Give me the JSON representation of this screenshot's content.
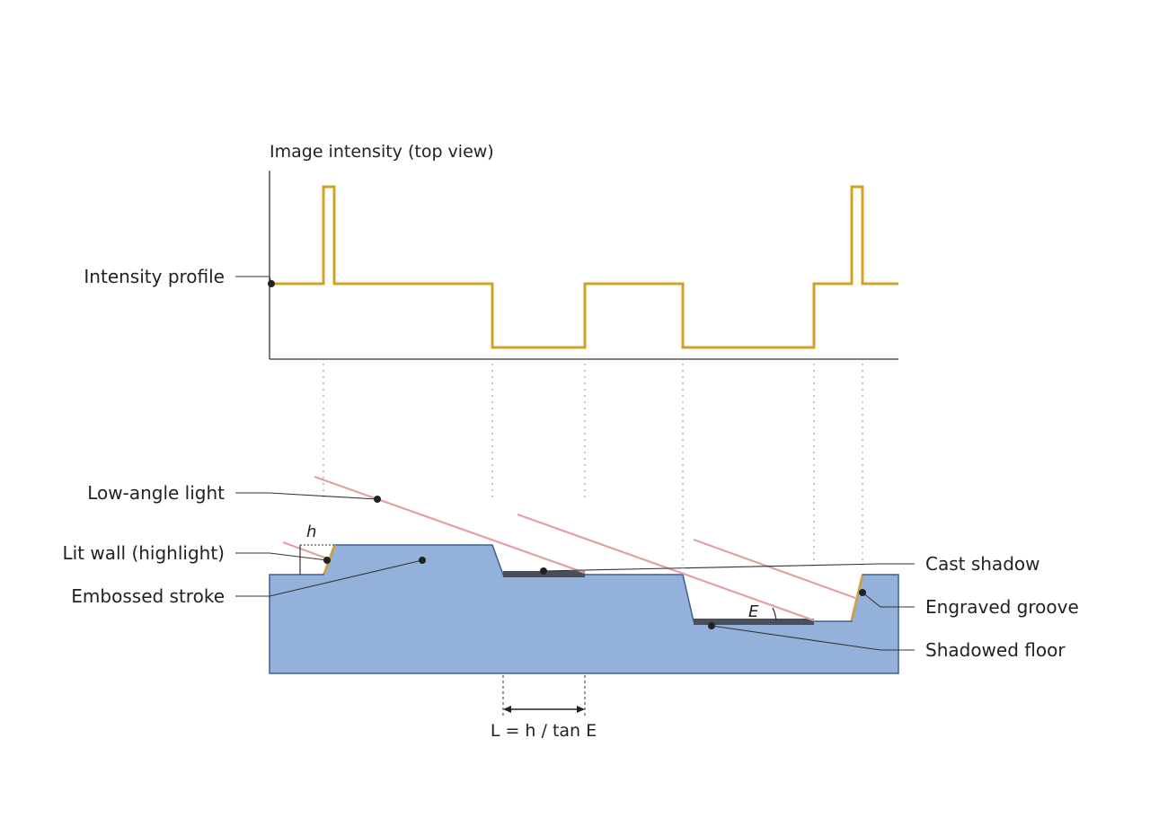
{
  "diagram": {
    "plot_title": "Image intensity (top view)",
    "left_labels": {
      "intensity_profile": "Intensity profile",
      "low_angle_light": "Low-angle light",
      "lit_wall": "Lit wall (highlight)",
      "embossed_stroke": "Embossed stroke"
    },
    "right_labels": {
      "cast_shadow": "Cast shadow",
      "engraved_groove": "Engraved groove",
      "shadowed_floor": "Shadowed floor"
    },
    "symbols": {
      "height": "h",
      "elevation": "E"
    },
    "formula": "L = h / tan E"
  },
  "colors": {
    "profile": "#d4a023",
    "surface_fill": "#94b1db",
    "surface_stroke": "#3f5f8f",
    "light_ray": "#e3a0a3",
    "highlight": "#c9a24a",
    "shadow_band": "#4a4f5c",
    "axis": "#333333",
    "leader": "#333333",
    "guide": "#aaaaaa"
  }
}
